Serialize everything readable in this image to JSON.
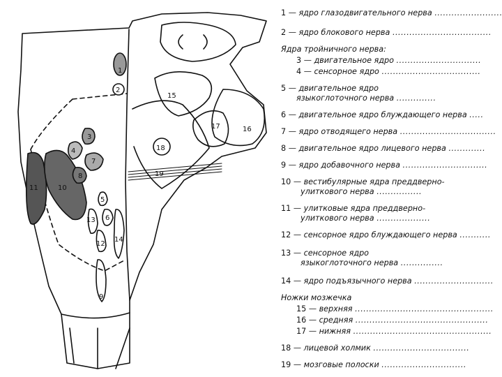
{
  "figure": {
    "callouts": [
      "1",
      "2",
      "3",
      "4",
      "5",
      "6",
      "7",
      "8",
      "9",
      "10",
      "11",
      "12",
      "13",
      "14",
      "15",
      "16",
      "17",
      "18",
      "19"
    ]
  },
  "legend": {
    "items": [
      {
        "num": "1",
        "text": "ядро глазодвигательного нерва"
      },
      {
        "num": "2",
        "text": "ядро блокового нерва"
      },
      {
        "num": "3",
        "text": "двигательное ядро"
      },
      {
        "num": "4",
        "text": "сенсорное ядро"
      },
      {
        "num": "5",
        "text": "двигательное ядро",
        "text2": "языкоглоточного нерва"
      },
      {
        "num": "6",
        "text": "двигательное ядро блуждающего нерва"
      },
      {
        "num": "7",
        "text": "ядро отводящего нерва"
      },
      {
        "num": "8",
        "text": "двигательное ядро лицевого нерва"
      },
      {
        "num": "9",
        "text": "ядро добавочного нерва"
      },
      {
        "num": "10",
        "text": "вестибулярные ядра преддверно-",
        "text2": "улиткового нерва"
      },
      {
        "num": "11",
        "text": "улитковые ядра преддверно-",
        "text2": "улиткового нерва"
      },
      {
        "num": "12",
        "text": "сенсорное ядро блуждающего нерва"
      },
      {
        "num": "13",
        "text": "сенсорное ядро",
        "text2": "языкоглоточного нерва"
      },
      {
        "num": "14",
        "text": "ядро подъязычного нерва"
      },
      {
        "num": "15",
        "text": "верхняя"
      },
      {
        "num": "16",
        "text": "средняя"
      },
      {
        "num": "17",
        "text": "нижняя"
      },
      {
        "num": "18",
        "text": "лицевой холмик"
      },
      {
        "num": "19",
        "text": "мозговые полоски"
      }
    ],
    "heading_trigeminal": "Ядра тройничного нерва:",
    "heading_cerebellar": "Ножки мозжечка",
    "dash": "—"
  }
}
